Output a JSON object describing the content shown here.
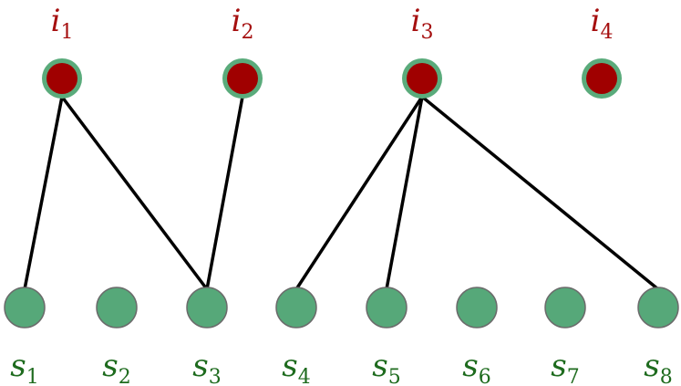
{
  "colors": {
    "top_node_fill": "#a00000",
    "top_node_ring": "#5aab7b",
    "bottom_node_fill": "#56a879",
    "bottom_node_stroke": "#6b6b6b",
    "edge": "#000000",
    "top_label": "#a50f0f",
    "bottom_label": "#1e6b1e"
  },
  "top_nodes": [
    {
      "id": "i1",
      "base": "i",
      "sub": "1"
    },
    {
      "id": "i2",
      "base": "i",
      "sub": "2"
    },
    {
      "id": "i3",
      "base": "i",
      "sub": "3"
    },
    {
      "id": "i4",
      "base": "i",
      "sub": "4"
    }
  ],
  "bottom_nodes": [
    {
      "id": "s1",
      "base": "s",
      "sub": "1"
    },
    {
      "id": "s2",
      "base": "s",
      "sub": "2"
    },
    {
      "id": "s3",
      "base": "s",
      "sub": "3"
    },
    {
      "id": "s4",
      "base": "s",
      "sub": "4"
    },
    {
      "id": "s5",
      "base": "s",
      "sub": "5"
    },
    {
      "id": "s6",
      "base": "s",
      "sub": "6"
    },
    {
      "id": "s7",
      "base": "s",
      "sub": "7"
    },
    {
      "id": "s8",
      "base": "s",
      "sub": "8"
    }
  ],
  "edges": [
    {
      "from": "i1",
      "to": "s1"
    },
    {
      "from": "i1",
      "to": "s3"
    },
    {
      "from": "i2",
      "to": "s3"
    },
    {
      "from": "i3",
      "to": "s4"
    },
    {
      "from": "i3",
      "to": "s5"
    },
    {
      "from": "i3",
      "to": "s8"
    }
  ]
}
